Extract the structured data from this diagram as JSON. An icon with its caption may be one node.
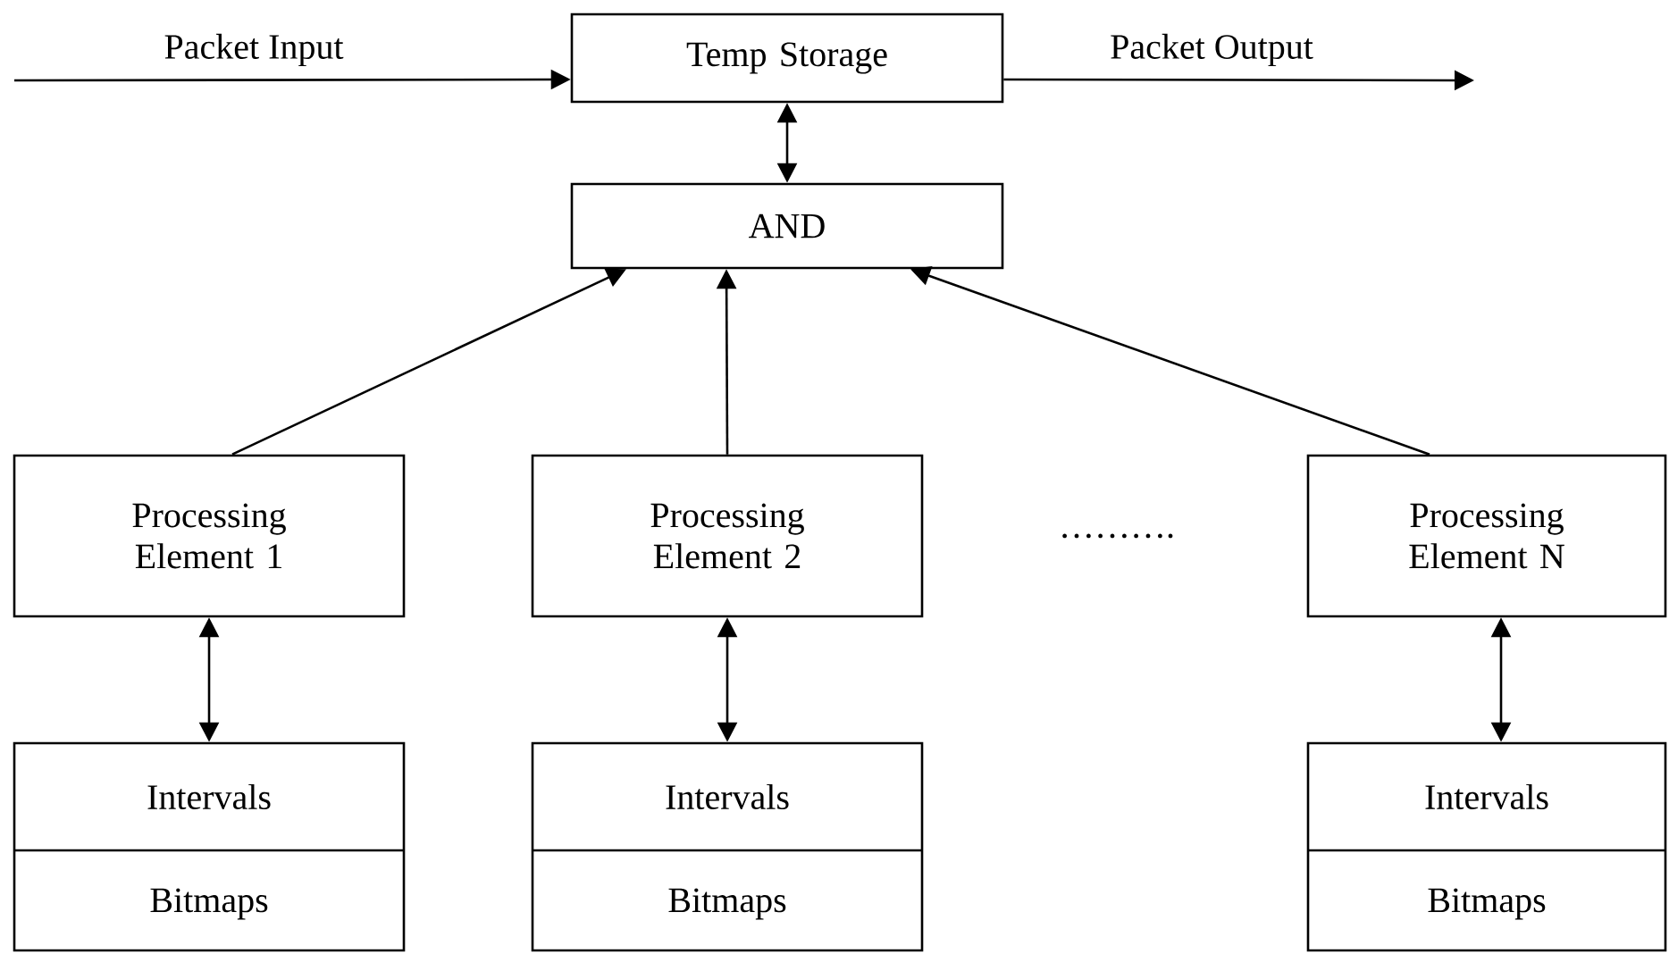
{
  "diagram": {
    "nodes": [
      {
        "text": [
          "Temp Storage"
        ]
      },
      {
        "text": [
          "AND"
        ]
      },
      {
        "text": [
          "Processing Element 1"
        ]
      },
      {
        "text": [
          "Processing Element 2"
        ]
      },
      {
        "text": [
          "Processing Element N"
        ]
      },
      {
        "text": [
          "Intervals",
          "Bitmaps"
        ]
      },
      {
        "text": [
          "Intervals",
          "Bitmaps"
        ]
      },
      {
        "text": [
          "Intervals",
          "Bitmaps"
        ]
      }
    ],
    "edges": [
      {
        "from": null,
        "to": 0,
        "arrow": "to",
        "label": "Packet Input"
      },
      {
        "from": 0,
        "to": null,
        "arrow": "to",
        "label": "Packet Output"
      },
      {
        "from": 0,
        "to": 1,
        "arrow": "both"
      },
      {
        "from": 2,
        "to": 1,
        "arrow": "to"
      },
      {
        "from": 3,
        "to": 1,
        "arrow": "to"
      },
      {
        "from": 4,
        "to": 1,
        "arrow": "to"
      },
      {
        "from": 2,
        "to": 5,
        "arrow": "both"
      },
      {
        "from": 3,
        "to": 6,
        "arrow": "both"
      },
      {
        "from": 4,
        "to": 7,
        "arrow": "both"
      }
    ],
    "labels": [
      "………."
    ]
  }
}
